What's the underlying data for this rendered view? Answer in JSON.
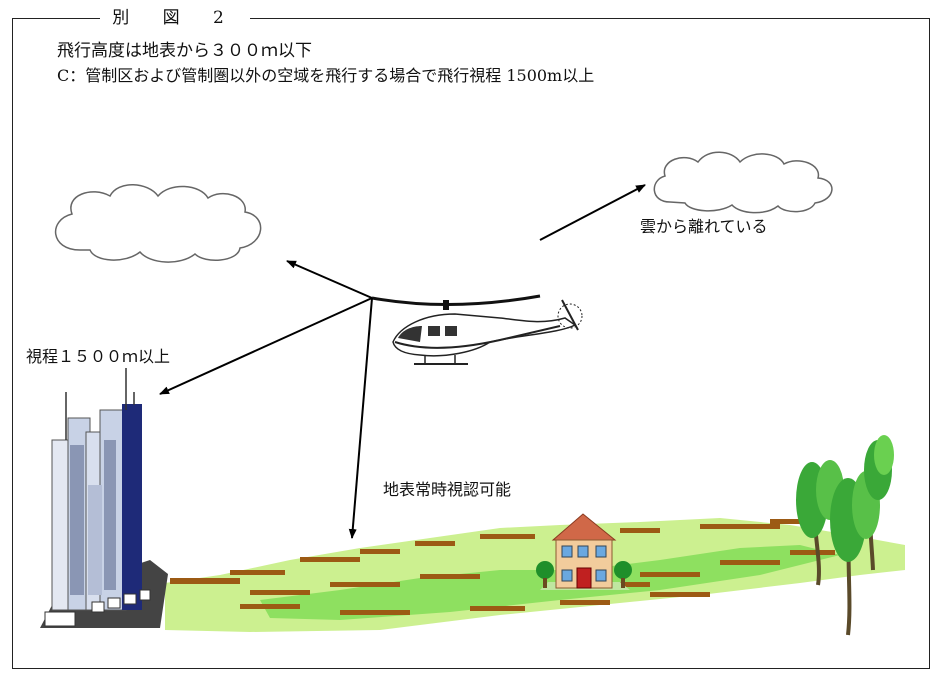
{
  "figure": {
    "title": "別 図 2",
    "heading": "飛行高度は地表から３００ｍ以下",
    "subheading": "C：管制区および管制圏以外の空域を飛行する場合で飛行視程 1500m以上"
  },
  "labels": {
    "cloud_clearance": "雲から離れている",
    "visibility": "視程１５００ｍ以上",
    "ground_visible": "地表常時視認可能"
  },
  "colors": {
    "ground_light": "#ccf090",
    "ground_mid": "#8ee060",
    "soil": "#9c5a14",
    "building": "#c8d2e6",
    "building_dark": "#1e2a78",
    "house_roof": "#d06848",
    "house_wall": "#f2cc9c",
    "tree": "#3aa838"
  }
}
